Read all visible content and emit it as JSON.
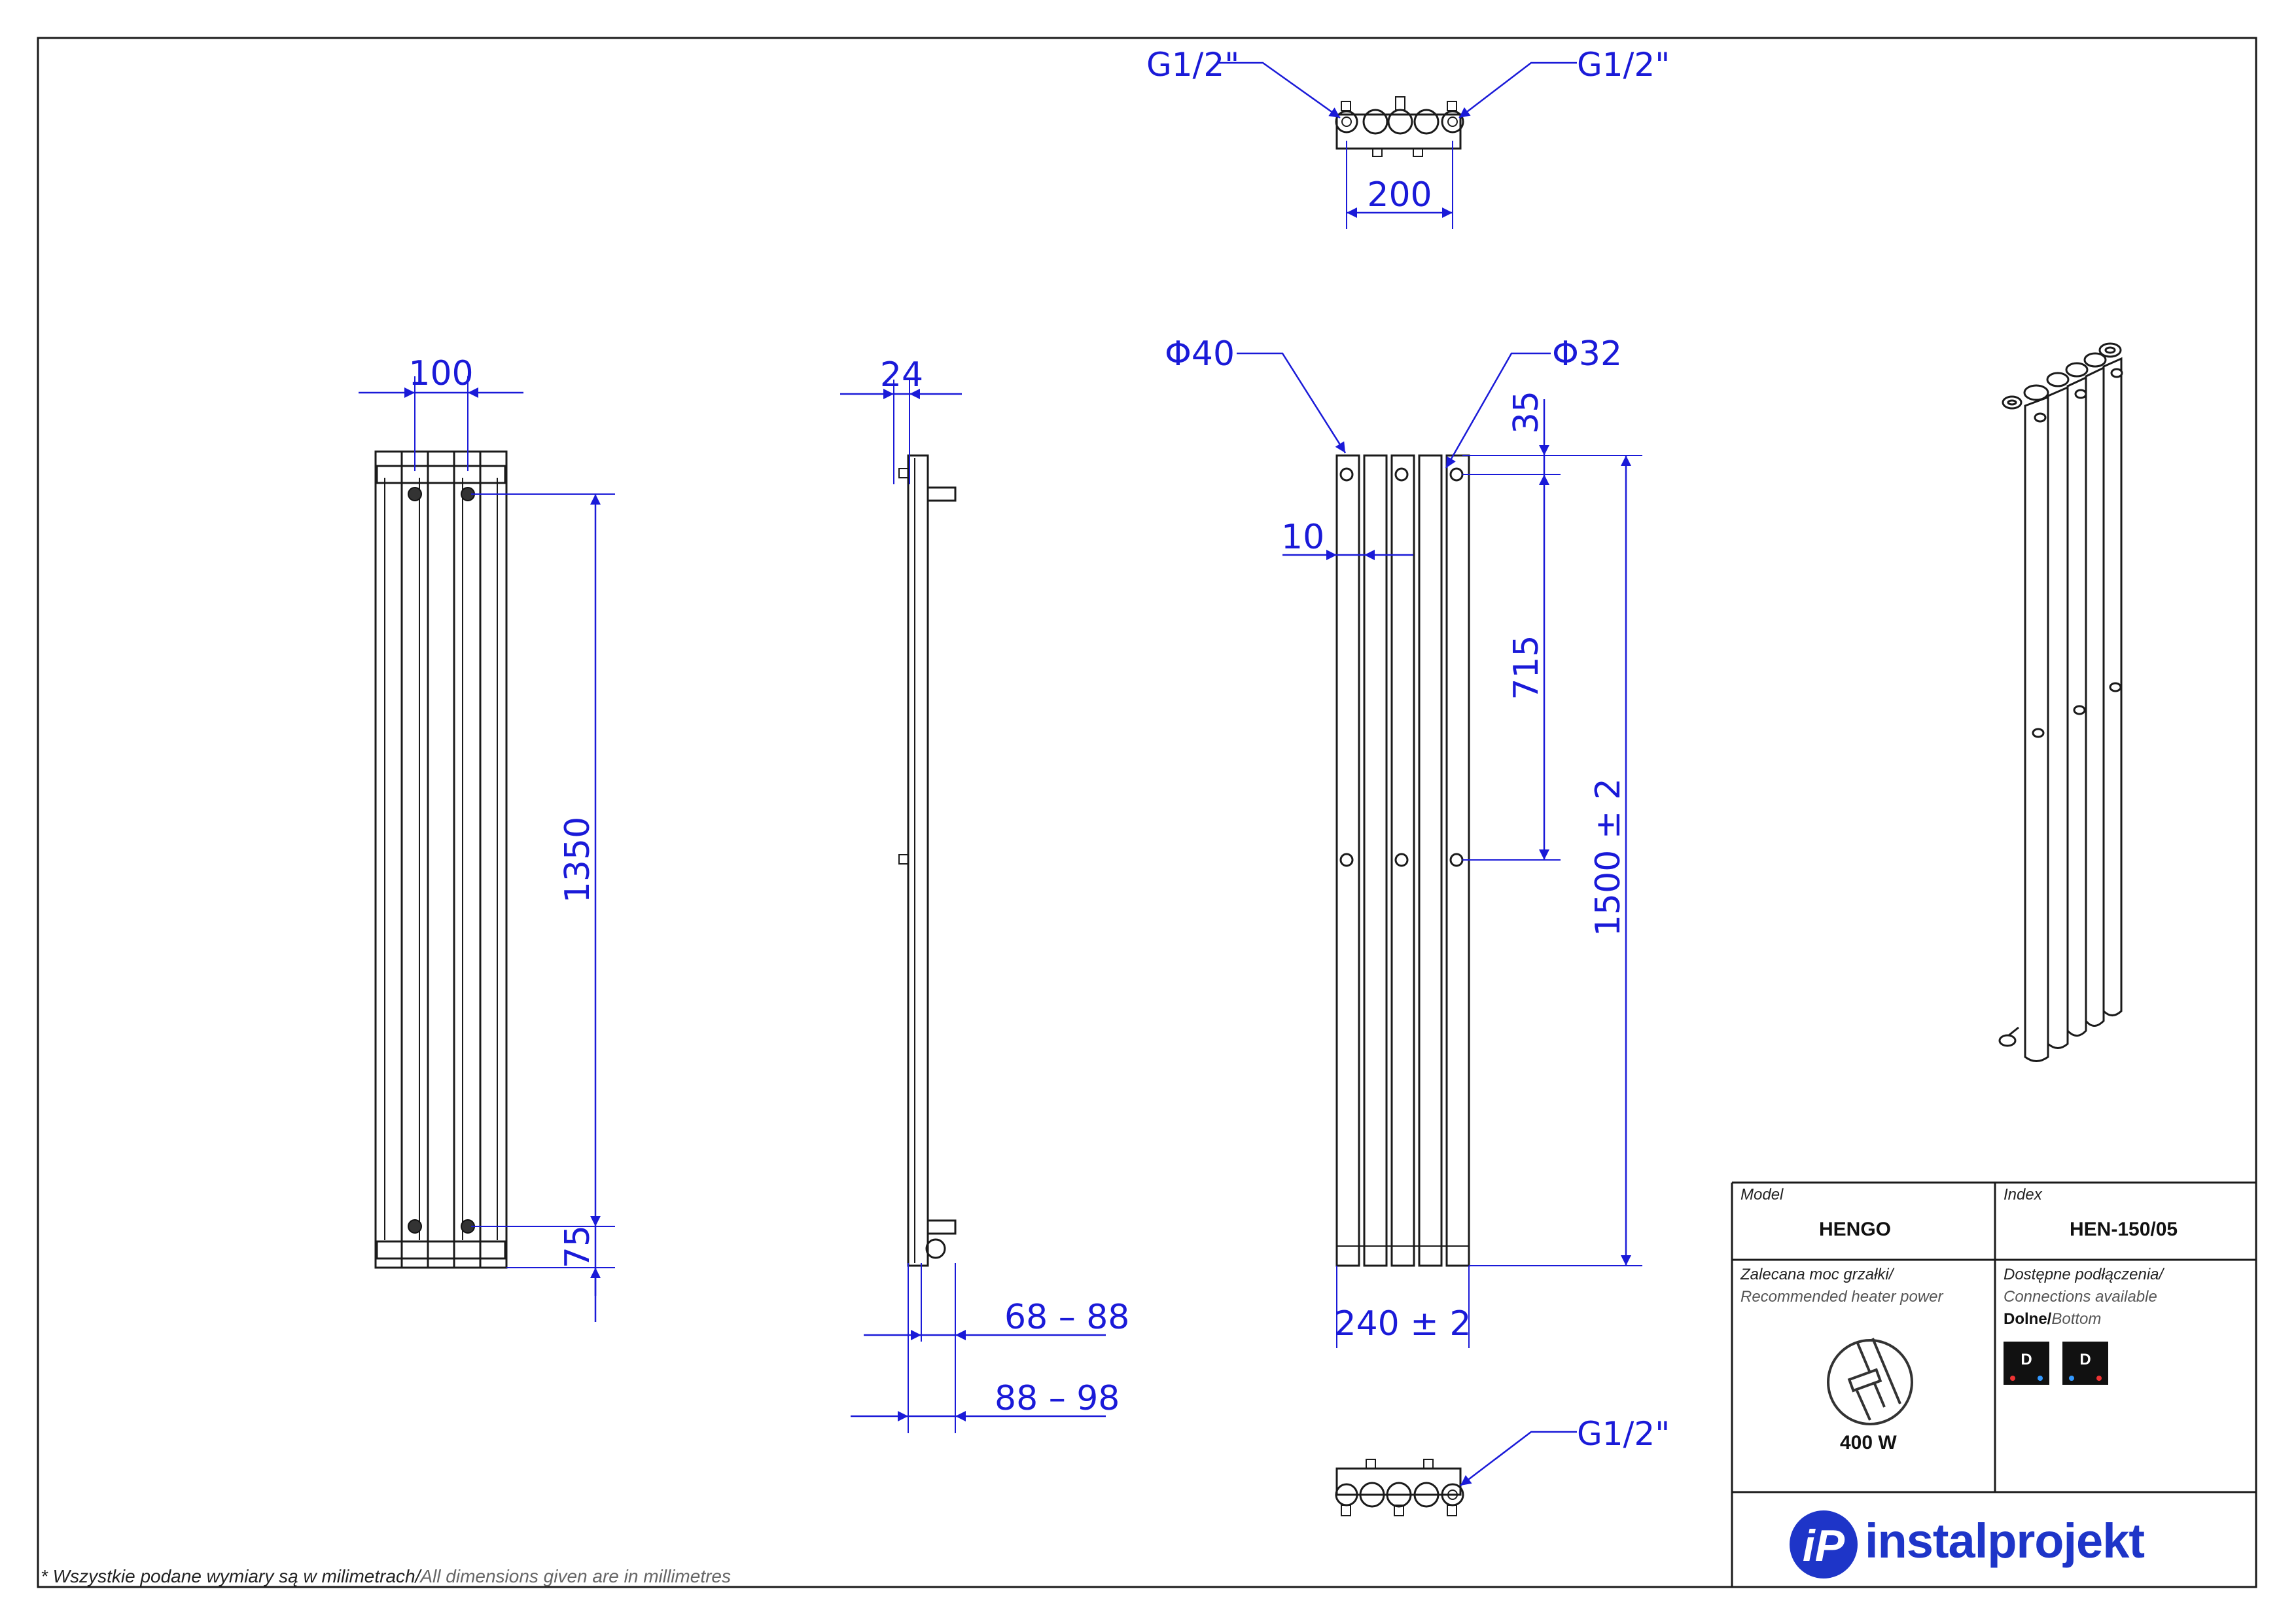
{
  "drawing": {
    "dimensions": {
      "top_left_conn": "G1/2\"",
      "top_right_conn": "G1/2\"",
      "top_width": "200",
      "front_width": "100",
      "front_axis": "1350",
      "front_bottom": "75",
      "side_depth": "24",
      "side_wall_1": "68 – 88",
      "side_wall_2": "88 – 98",
      "rear_dia_left": "Φ40",
      "rear_dia_right": "Φ32",
      "rear_gap": "10",
      "rear_top": "35",
      "rear_mid": "715",
      "rear_height": "1500 ± 2",
      "rear_width": "240 ± 2",
      "bottom_conn": "G1/2\""
    }
  },
  "title_block": {
    "model_label": "Model",
    "model_value": "HENGO",
    "index_label": "Index",
    "index_value": "HEN-150/05",
    "power_label_pl": "Zalecana moc grzałki/",
    "power_label_en": "Recommended heater power",
    "power_value": "400 W",
    "conn_label_pl": "Dostępne podłączenia/",
    "conn_label_en": "Connections available",
    "conn_type_pl": "Dolne/",
    "conn_type_en": "Bottom",
    "badges": [
      "D",
      "D"
    ],
    "logo_text": "instalprojekt",
    "brand_color": "#1e35c8"
  },
  "footnote": {
    "pl": "* Wszystkie podane wymiary są w milimetrach/",
    "en": "All dimensions given are in millimetres"
  }
}
